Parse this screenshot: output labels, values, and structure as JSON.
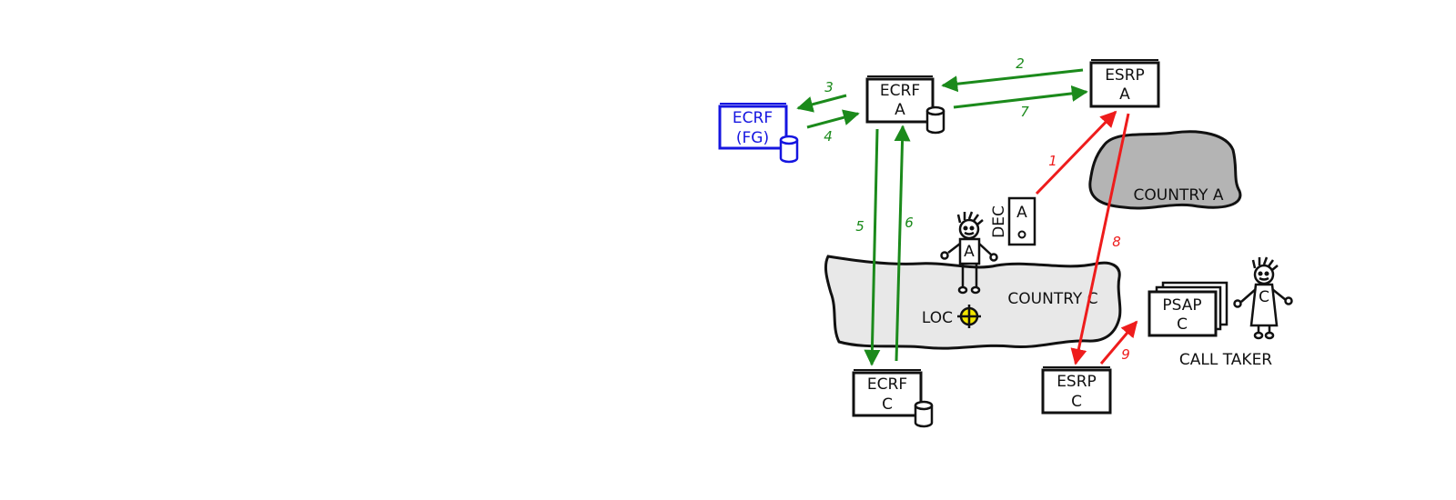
{
  "nodes": {
    "ecrf_a": {
      "line1": "ECRF",
      "line2": "A"
    },
    "esrp_a": {
      "line1": "ESRP",
      "line2": "A"
    },
    "ecrf_fg": {
      "line1": "ECRF",
      "line2": "(FG)"
    },
    "ecrf_c": {
      "line1": "ECRF",
      "line2": "C"
    },
    "esrp_c": {
      "line1": "ESRP",
      "line2": "C"
    },
    "psap_c": {
      "line1": "PSAP",
      "line2": "C"
    },
    "dec": {
      "label": "DEC",
      "badge": "A"
    }
  },
  "regions": {
    "country_a": "COUNTRY A",
    "country_c": "COUNTRY C"
  },
  "people": {
    "caller_badge": "A",
    "call_taker_badge": "C",
    "call_taker_label": "CALL TAKER"
  },
  "location": {
    "label": "LOC"
  },
  "steps": [
    "1",
    "2",
    "3",
    "4",
    "5",
    "6",
    "7",
    "8",
    "9"
  ],
  "colors": {
    "green": "#1b8a1b",
    "red": "#ee1c1c",
    "blue": "#1515e0",
    "country_a_fill": "#b4b4b4",
    "country_c_fill": "#e8e8e8",
    "target_fill": "#f2e600"
  }
}
